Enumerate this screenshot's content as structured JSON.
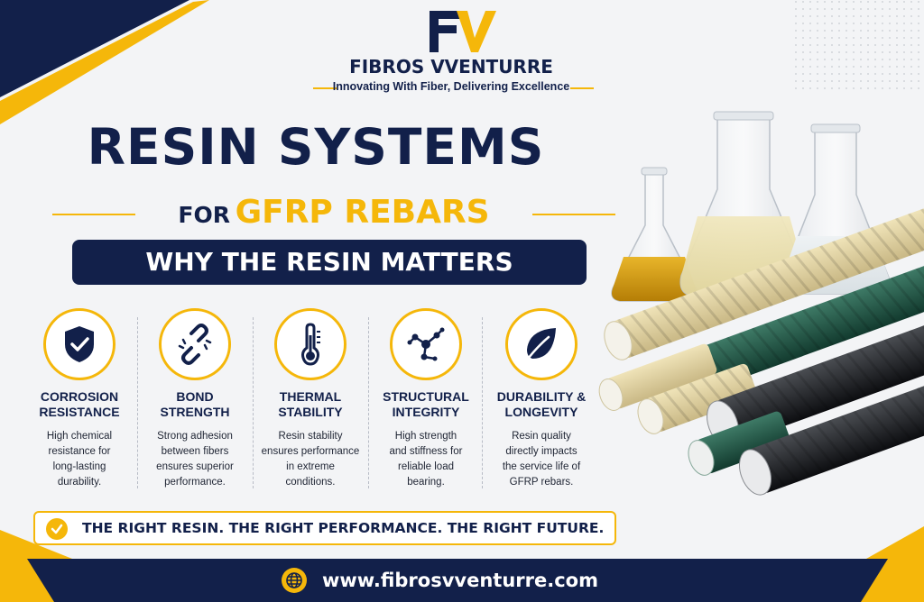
{
  "brand": {
    "logo_letters": "FV",
    "name": "FIBROS VVENTURRE",
    "tagline": "Innovating With Fiber, Delivering Excellence"
  },
  "headline": {
    "title": "RESIN SYSTEMS",
    "for_word": "FOR",
    "subtitle": "GFRP REBARS",
    "banner": "WHY THE RESIN MATTERS"
  },
  "features": [
    {
      "icon": "shield-check-icon",
      "title": "CORROSION\nRESISTANCE",
      "description": "High chemical\nresistance for\nlong-lasting\ndurability."
    },
    {
      "icon": "chain-link-icon",
      "title": "BOND\nSTRENGTH",
      "description": "Strong adhesion\nbetween fibers\nensures superior\nperformance."
    },
    {
      "icon": "thermometer-icon",
      "title": "THERMAL\nSTABILITY",
      "description": "Resin stability\nensures performance\nin extreme\nconditions."
    },
    {
      "icon": "molecule-icon",
      "title": "STRUCTURAL\nINTEGRITY",
      "description": "High strength\nand stiffness for\nreliable load\nbearing."
    },
    {
      "icon": "leaf-icon",
      "title": "DURABILITY &\nLONGEVITY",
      "description": "Resin quality\ndirectly impacts\nthe service life of\nGFRP rebars."
    }
  ],
  "callout": {
    "icon": "check-circle-icon",
    "text": "THE RIGHT RESIN. THE RIGHT PERFORMANCE. THE RIGHT FUTURE."
  },
  "footer": {
    "icon": "globe-icon",
    "url": "www.fibrosvventurre.com"
  },
  "colors": {
    "navy": "#12204a",
    "gold": "#f5b70a",
    "background": "#f3f4f6"
  }
}
